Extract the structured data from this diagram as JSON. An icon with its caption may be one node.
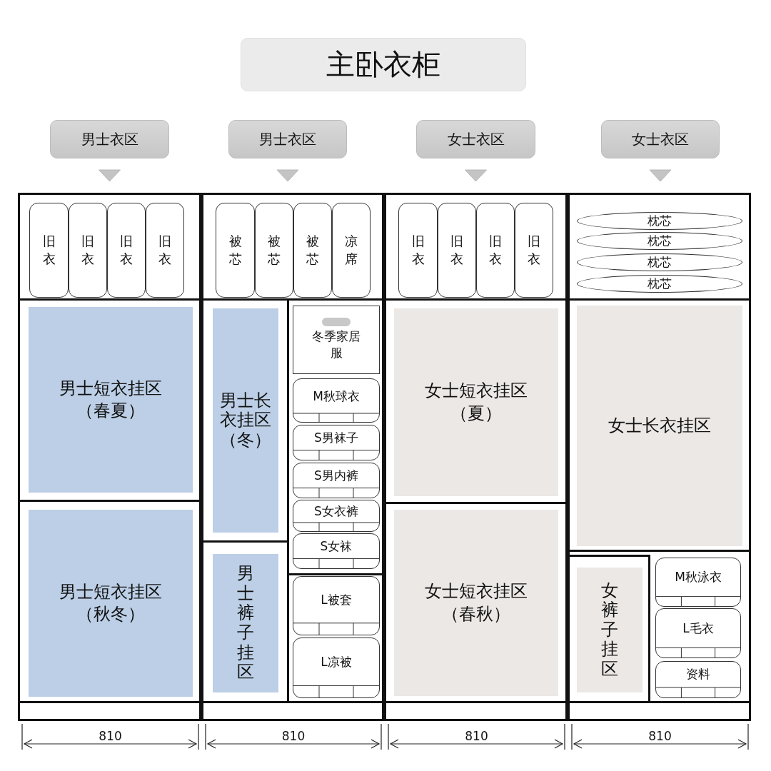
{
  "diagram": {
    "title": "主卧衣柜",
    "nodes": [
      {
        "text": [
          "男士衣区"
        ]
      },
      {
        "text": [
          "男士衣区"
        ]
      },
      {
        "text": [
          "女士衣区"
        ]
      },
      {
        "text": [
          "女士衣区"
        ]
      },
      {
        "text": [],
        "shape": "box"
      },
      {
        "text": [
          "旧衣"
        ],
        "in": 4
      },
      {
        "text": [
          "旧衣"
        ],
        "in": 4
      },
      {
        "text": [
          "旧衣"
        ],
        "in": 4
      },
      {
        "text": [
          "旧衣"
        ],
        "in": 4
      },
      {
        "text": [
          "男士短衣挂区（春夏）"
        ],
        "in": 4
      },
      {
        "text": [
          "男士短衣挂区（秋冬）"
        ],
        "in": 4
      },
      {
        "text": [],
        "shape": "box"
      },
      {
        "text": [
          "被芯"
        ],
        "in": 11
      },
      {
        "text": [
          "被芯"
        ],
        "in": 11
      },
      {
        "text": [
          "被芯"
        ],
        "in": 11
      },
      {
        "text": [
          "凉席"
        ],
        "in": 11
      },
      {
        "text": [
          "男士长衣挂区（冬）"
        ],
        "in": 11
      },
      {
        "text": [
          "男士裤子挂区"
        ],
        "in": 11
      },
      {
        "text": [
          "冬季家居服"
        ],
        "in": 11
      },
      {
        "text": [
          "M秋球衣"
        ],
        "in": 11
      },
      {
        "text": [
          "S男袜子"
        ],
        "in": 11
      },
      {
        "text": [
          "S男内裤"
        ],
        "in": 11
      },
      {
        "text": [
          "S女衣裤"
        ],
        "in": 11
      },
      {
        "text": [
          "S女袜"
        ],
        "in": 11
      },
      {
        "text": [
          "L被套"
        ],
        "in": 11
      },
      {
        "text": [
          "L凉被"
        ],
        "in": 11
      },
      {
        "text": [],
        "shape": "box"
      },
      {
        "text": [
          "旧衣"
        ],
        "in": 26
      },
      {
        "text": [
          "旧衣"
        ],
        "in": 26
      },
      {
        "text": [
          "旧衣"
        ],
        "in": 26
      },
      {
        "text": [
          "旧衣"
        ],
        "in": 26
      },
      {
        "text": [
          "女士短衣挂区（夏）"
        ],
        "in": 26
      },
      {
        "text": [
          "女士短衣挂区（春秋）"
        ],
        "in": 26
      },
      {
        "text": [],
        "shape": "box"
      },
      {
        "text": [
          "枕芯"
        ],
        "in": 33
      },
      {
        "text": [
          "枕芯"
        ],
        "in": 33
      },
      {
        "text": [
          "枕芯"
        ],
        "in": 33
      },
      {
        "text": [
          "枕芯"
        ],
        "in": 33
      },
      {
        "text": [
          "女士长衣挂区"
        ],
        "in": 33
      },
      {
        "text": [
          "女裤子挂区"
        ],
        "in": 33
      },
      {
        "text": [
          "M秋泳衣"
        ],
        "in": 33
      },
      {
        "text": [
          "L毛衣"
        ],
        "in": 33
      },
      {
        "text": [
          "资料"
        ],
        "in": 33
      }
    ],
    "edges": [
      {
        "from": 0,
        "to": 4,
        "arrow": "to"
      },
      {
        "from": 1,
        "to": 11,
        "arrow": "to"
      },
      {
        "from": 2,
        "to": 26,
        "arrow": "to"
      },
      {
        "from": 3,
        "to": 33,
        "arrow": "to"
      }
    ],
    "labels": [
      "810",
      "810",
      "810",
      "810"
    ]
  }
}
